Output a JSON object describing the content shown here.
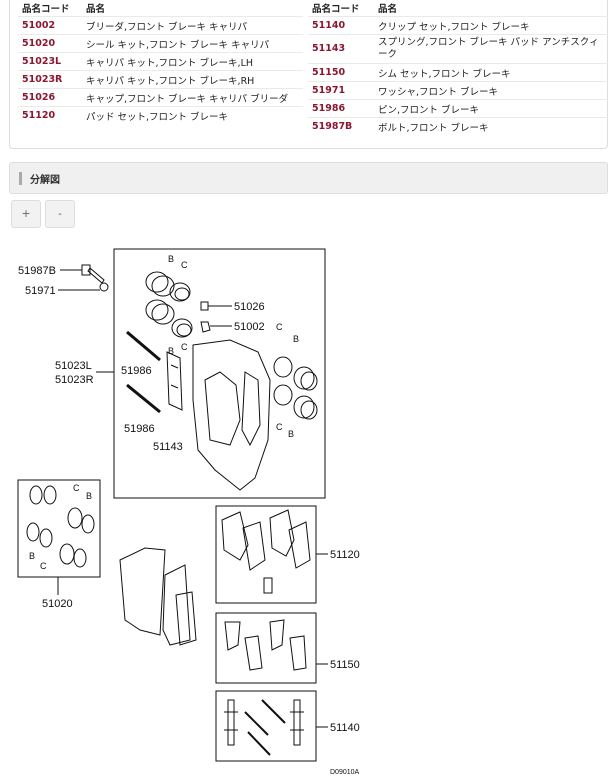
{
  "parts_table": {
    "col_code": "品名コード",
    "col_name": "品名",
    "left": [
      {
        "code": "51002",
        "name": "ブリーダ,フロント ブレーキ キャリパ"
      },
      {
        "code": "51020",
        "name": "シール キット,フロント ブレーキ キャリパ"
      },
      {
        "code": "51023L",
        "name": "キャリパ キット,フロント ブレーキ,LH"
      },
      {
        "code": "51023R",
        "name": "キャリパ キット,フロント ブレーキ,RH"
      },
      {
        "code": "51026",
        "name": "キャップ,フロント ブレーキ キャリパ ブリーダ"
      },
      {
        "code": "51120",
        "name": "パッド セット,フロント ブレーキ"
      }
    ],
    "right": [
      {
        "code": "51140",
        "name": "クリップ セット,フロント ブレーキ"
      },
      {
        "code": "51143",
        "name": "スプリング,フロント ブレーキ パッド アンチスクィーク"
      },
      {
        "code": "51150",
        "name": "シム セット,フロント ブレーキ"
      },
      {
        "code": "51971",
        "name": "ワッシャ,フロント ブレーキ"
      },
      {
        "code": "51986",
        "name": "ピン,フロント ブレーキ"
      },
      {
        "code": "51987B",
        "name": "ボルト,フロント ブレーキ"
      }
    ]
  },
  "section": {
    "title": "分解図"
  },
  "zoom": {
    "plus": "+",
    "minus": "-"
  },
  "diagram": {
    "callouts": {
      "c51987B": "51987B",
      "c51971": "51971",
      "c51026": "51026",
      "c51002": "51002",
      "c51023L": "51023L",
      "c51023R": "51023R",
      "c51986a": "51986",
      "c51986b": "51986",
      "c51143": "51143",
      "c51020": "51020",
      "c51120": "51120",
      "c51150": "51150",
      "c51140": "51140"
    },
    "letters": {
      "b": "B",
      "c": "C"
    },
    "drawing_id": "D09010A"
  }
}
